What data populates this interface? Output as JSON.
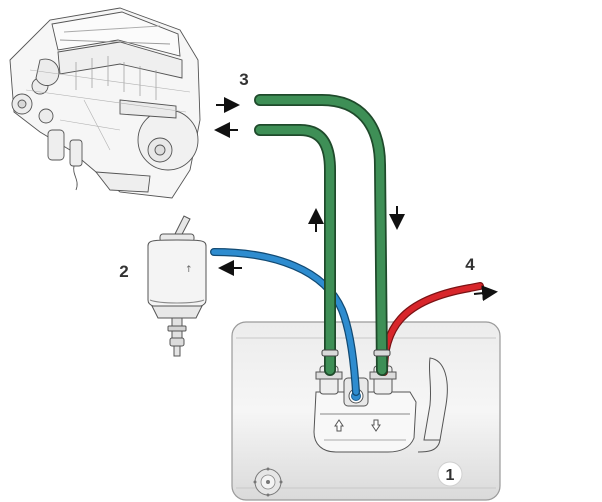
{
  "callouts": {
    "tank": "1",
    "filter": "2",
    "engine_lines": "3",
    "return_out": "4"
  },
  "colors": {
    "green_hose": "#3e8f56",
    "blue_hose": "#2e8ccf",
    "red_hose": "#d8262b",
    "tank_fill": "#e3e3e3",
    "line_art": "#555555"
  },
  "icons": [
    "engine-icon",
    "fuel-filter-icon",
    "fuel-tank-icon",
    "tank-module-icon"
  ]
}
